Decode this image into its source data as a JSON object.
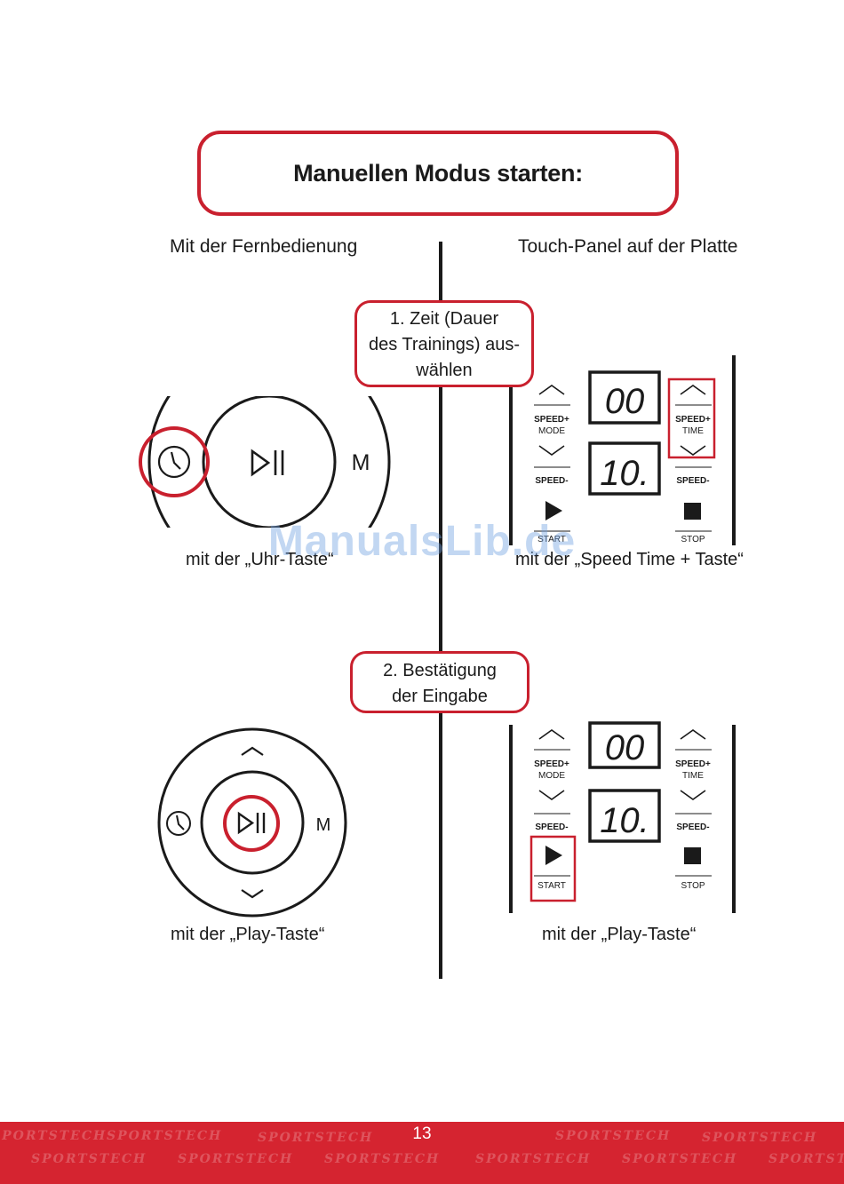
{
  "title": "Manuellen Modus starten:",
  "columns": {
    "left": "Mit der Fernbedienung",
    "right": "Touch-Panel auf der Platte"
  },
  "steps": [
    {
      "lines": [
        "1. Zeit (Dauer",
        "des Trainings) aus-",
        "wählen"
      ]
    },
    {
      "lines": [
        "2. Bestätigung",
        "der Eingabe"
      ]
    }
  ],
  "captions": {
    "step1_left": "mit der „Uhr-Taste“",
    "step1_right": "mit der „Speed Time + Taste“",
    "step2_left": "mit der „Play-Taste“",
    "step2_right": "mit der „Play-Taste“"
  },
  "remote": {
    "mode_letter": "M"
  },
  "panel": {
    "display_top": "00",
    "display_bottom": "10.",
    "labels": {
      "speed_plus": "SPEED+",
      "mode": "MODE",
      "speed_minus": "SPEED-",
      "time": "TIME",
      "start": "START",
      "stop": "STOP"
    }
  },
  "watermark": "ManualsLib.de",
  "footer": {
    "page_number": "13",
    "brand": "SPORTSTECH"
  },
  "colors": {
    "accent": "#c9202e",
    "footer": "#d52430"
  }
}
